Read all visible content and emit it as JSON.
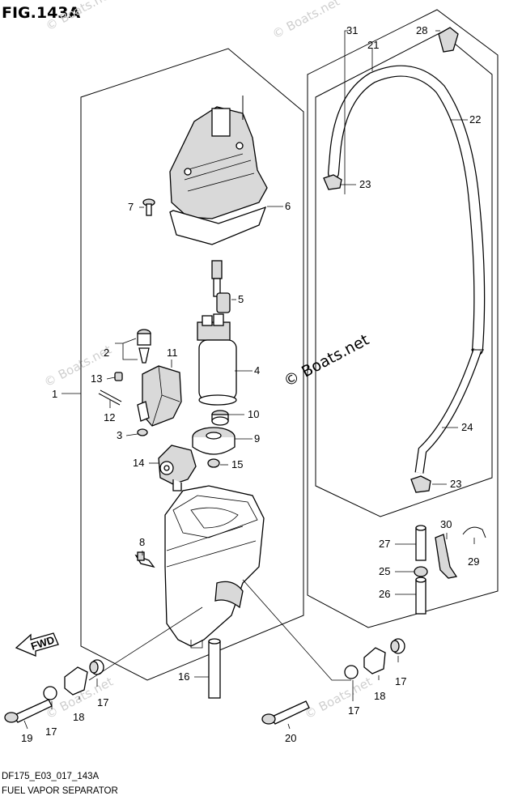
{
  "figure": {
    "title": "FIG.143A",
    "code": "DF175_E03_017_143A",
    "caption": "FUEL VAPOR SEPARATOR"
  },
  "watermarks": {
    "small": "© Boats.net",
    "large": "© Boats.net"
  },
  "badge": {
    "fwd_label": "FWD"
  },
  "callouts": {
    "c1": "1",
    "c2": "2",
    "c3": "3",
    "c4": "4",
    "c5": "5",
    "c6": "6",
    "c7": "7",
    "c8": "8",
    "c9": "9",
    "c10": "10",
    "c11": "11",
    "c12": "12",
    "c13": "13",
    "c14": "14",
    "c15": "15",
    "c16": "16",
    "c17a": "17",
    "c17b": "17",
    "c17c": "17",
    "c17d": "17",
    "c18a": "18",
    "c18b": "18",
    "c19": "19",
    "c20": "20",
    "c21": "21",
    "c22": "22",
    "c23a": "23",
    "c23b": "23",
    "c24": "24",
    "c25": "25",
    "c26": "26",
    "c27": "27",
    "c28": "28",
    "c29": "29",
    "c30": "30",
    "c31": "31"
  },
  "colors": {
    "line": "#000000",
    "part_fill": "#ffffff",
    "part_shade": "#d9d9d9",
    "watermark": "#cfcfcf"
  }
}
